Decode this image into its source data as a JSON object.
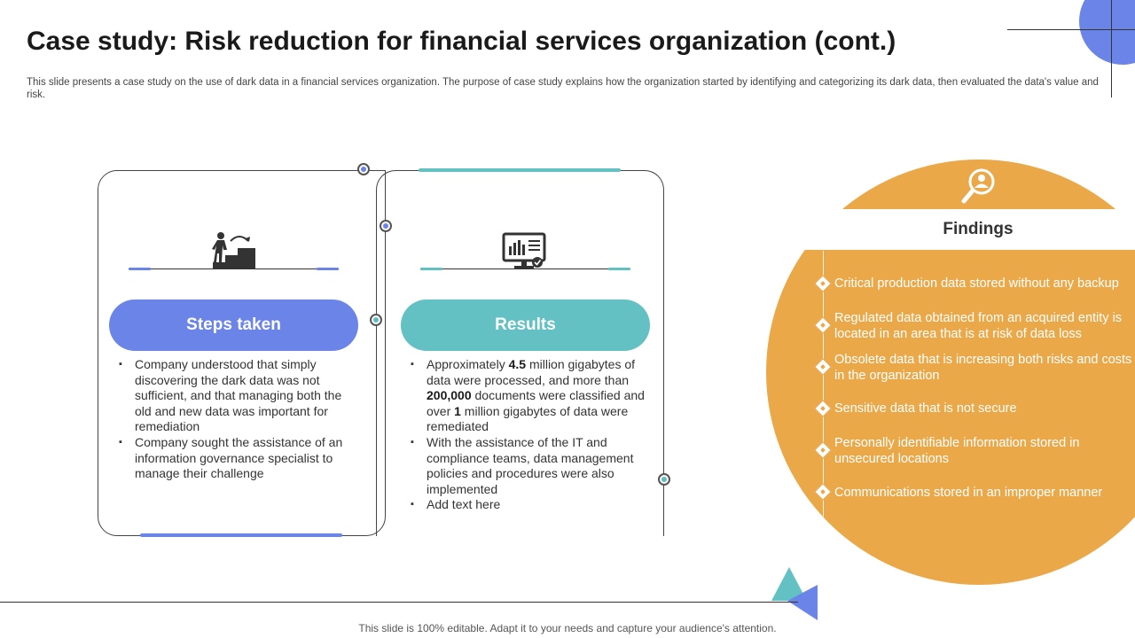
{
  "slide": {
    "title": "Case study: Risk reduction for financial services organization (cont.)",
    "subtitle": "This slide presents a case study on the use of dark data in a financial services organization. The purpose of case study explains how the organization started by identifying and categorizing its dark data, then evaluated the data's value and risk.",
    "footer": "This slide is 100% editable. Adapt it to your needs and capture your audience's attention."
  },
  "colors": {
    "blue": "#6b84e8",
    "teal": "#63c1c3",
    "orange": "#eba848"
  },
  "steps": {
    "heading": "Steps taken",
    "icon": "stairs-climb-icon",
    "bullets": [
      "Company understood that simply discovering the dark data was not sufficient, and that managing both the old and new data was important for remediation",
      "Company sought the assistance of an information governance specialist to manage their challenge"
    ]
  },
  "results": {
    "heading": "Results",
    "icon": "monitor-chart-icon",
    "bullet1": {
      "t1": "Approximately ",
      "b1": "4.5",
      "t2": " million gigabytes of data were processed, and more than ",
      "b2": "200,000",
      "t3": " documents were classified and over ",
      "b3": "1",
      "t4": " million gigabytes of data were remediated"
    },
    "bullet2": "With the assistance of the IT and compliance teams, data management policies and procedures were also implemented",
    "bullet3": "Add text here"
  },
  "findings": {
    "heading": "Findings",
    "icon": "magnifier-person-icon",
    "items": [
      "Critical production data stored without any backup",
      "Regulated data obtained from an acquired entity is located in an area that is at risk of data loss",
      "Obsolete data that is increasing both risks and costs in the organization",
      "Sensitive data that is not secure",
      "Personally identifiable information stored in unsecured locations",
      "Communications stored in an improper manner"
    ]
  }
}
